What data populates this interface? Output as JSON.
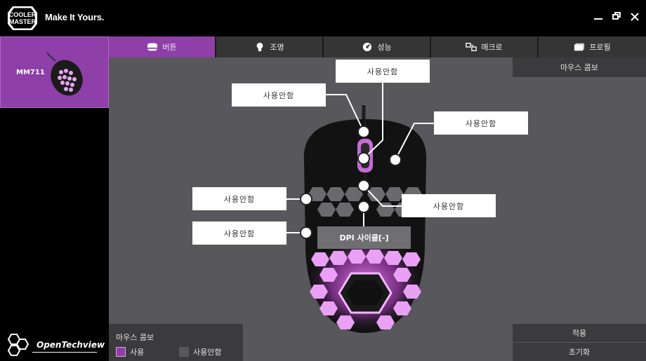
{
  "app": {
    "logo_lines": [
      "COOLER",
      "MASTER"
    ],
    "tagline": "Make It Yours."
  },
  "device": {
    "name": "MM711"
  },
  "brand": {
    "text": "OpenTechview"
  },
  "tabs": [
    {
      "label": "버튼",
      "icon": "mouse-icon",
      "active": true
    },
    {
      "label": "조명",
      "icon": "bulb-icon",
      "active": false
    },
    {
      "label": "성능",
      "icon": "speedometer-icon",
      "active": false
    },
    {
      "label": "매크로",
      "icon": "macro-icon",
      "active": false
    },
    {
      "label": "프로필",
      "icon": "profile-icon",
      "active": false
    }
  ],
  "main": {
    "combo_button": "마우스 콤보",
    "labels": {
      "top_center": "사용안함",
      "top_left": "사용안함",
      "right_upper": "사용안함",
      "left_middle": "사용안함",
      "right_middle": "사용안함",
      "left_lower": "사용안함",
      "dpi": "DPI 사이클[-]"
    }
  },
  "legend": {
    "title": "마우스 콤보",
    "used": "사용",
    "unused": "사용안함",
    "used_color": "#8e3fa8",
    "unused_color": "#58585c"
  },
  "actions": {
    "apply": "적용",
    "reset": "초기화"
  }
}
